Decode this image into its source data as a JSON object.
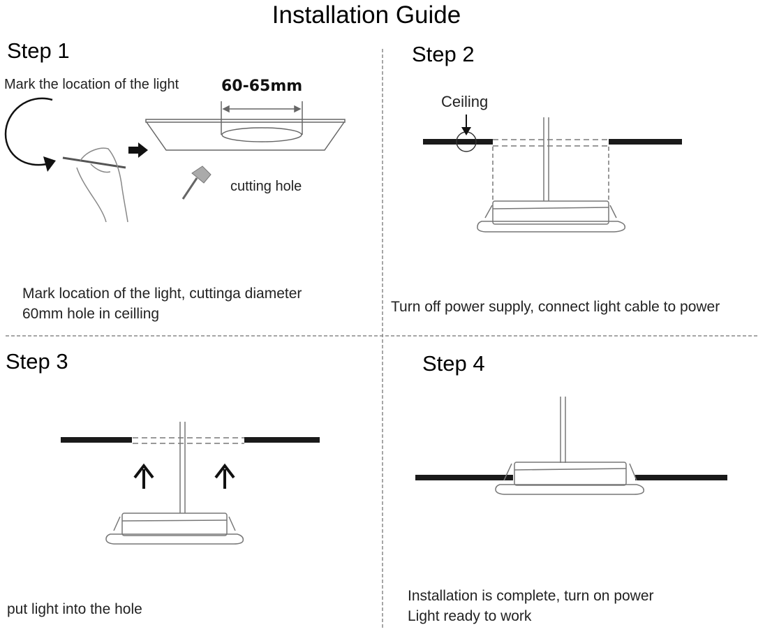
{
  "title": "Installation Guide",
  "steps": [
    {
      "label": "Step 1",
      "annotations": {
        "mark": "Mark the location of the light",
        "dimension": "60-65mm",
        "cutting": "cutting hole"
      },
      "caption_lines": [
        "Mark location of the light, cuttinga diameter",
        "60mm hole in ceilling"
      ]
    },
    {
      "label": "Step 2",
      "annotations": {
        "ceiling": "Ceiling"
      },
      "caption_lines": [
        "Turn off power supply, connect light cable to power"
      ]
    },
    {
      "label": "Step 3",
      "caption_lines": [
        "put light into the hole"
      ]
    },
    {
      "label": "Step 4",
      "caption_lines": [
        "Installation is complete, turn on power",
        "Light ready to work"
      ]
    }
  ],
  "colors": {
    "ink": "#111111",
    "dashed": "#8a8a8a",
    "outline": "#777777",
    "ceiling": "#1a1a1a"
  }
}
